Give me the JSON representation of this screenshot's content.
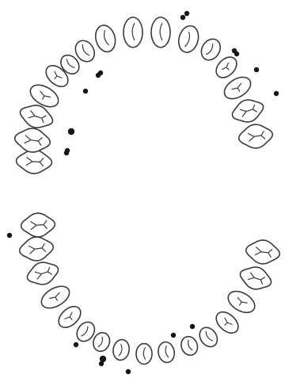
{
  "diagram": {
    "type": "dental-chart",
    "upper_arch": {
      "tooth_count": 16
    },
    "lower_arch": {
      "tooth_count": 16
    },
    "marker_count": 19,
    "colors": {
      "outline": "#3a3a3a",
      "tooth_fill": "#ffffff",
      "marker": "#141414",
      "background": "#ffffff"
    }
  }
}
